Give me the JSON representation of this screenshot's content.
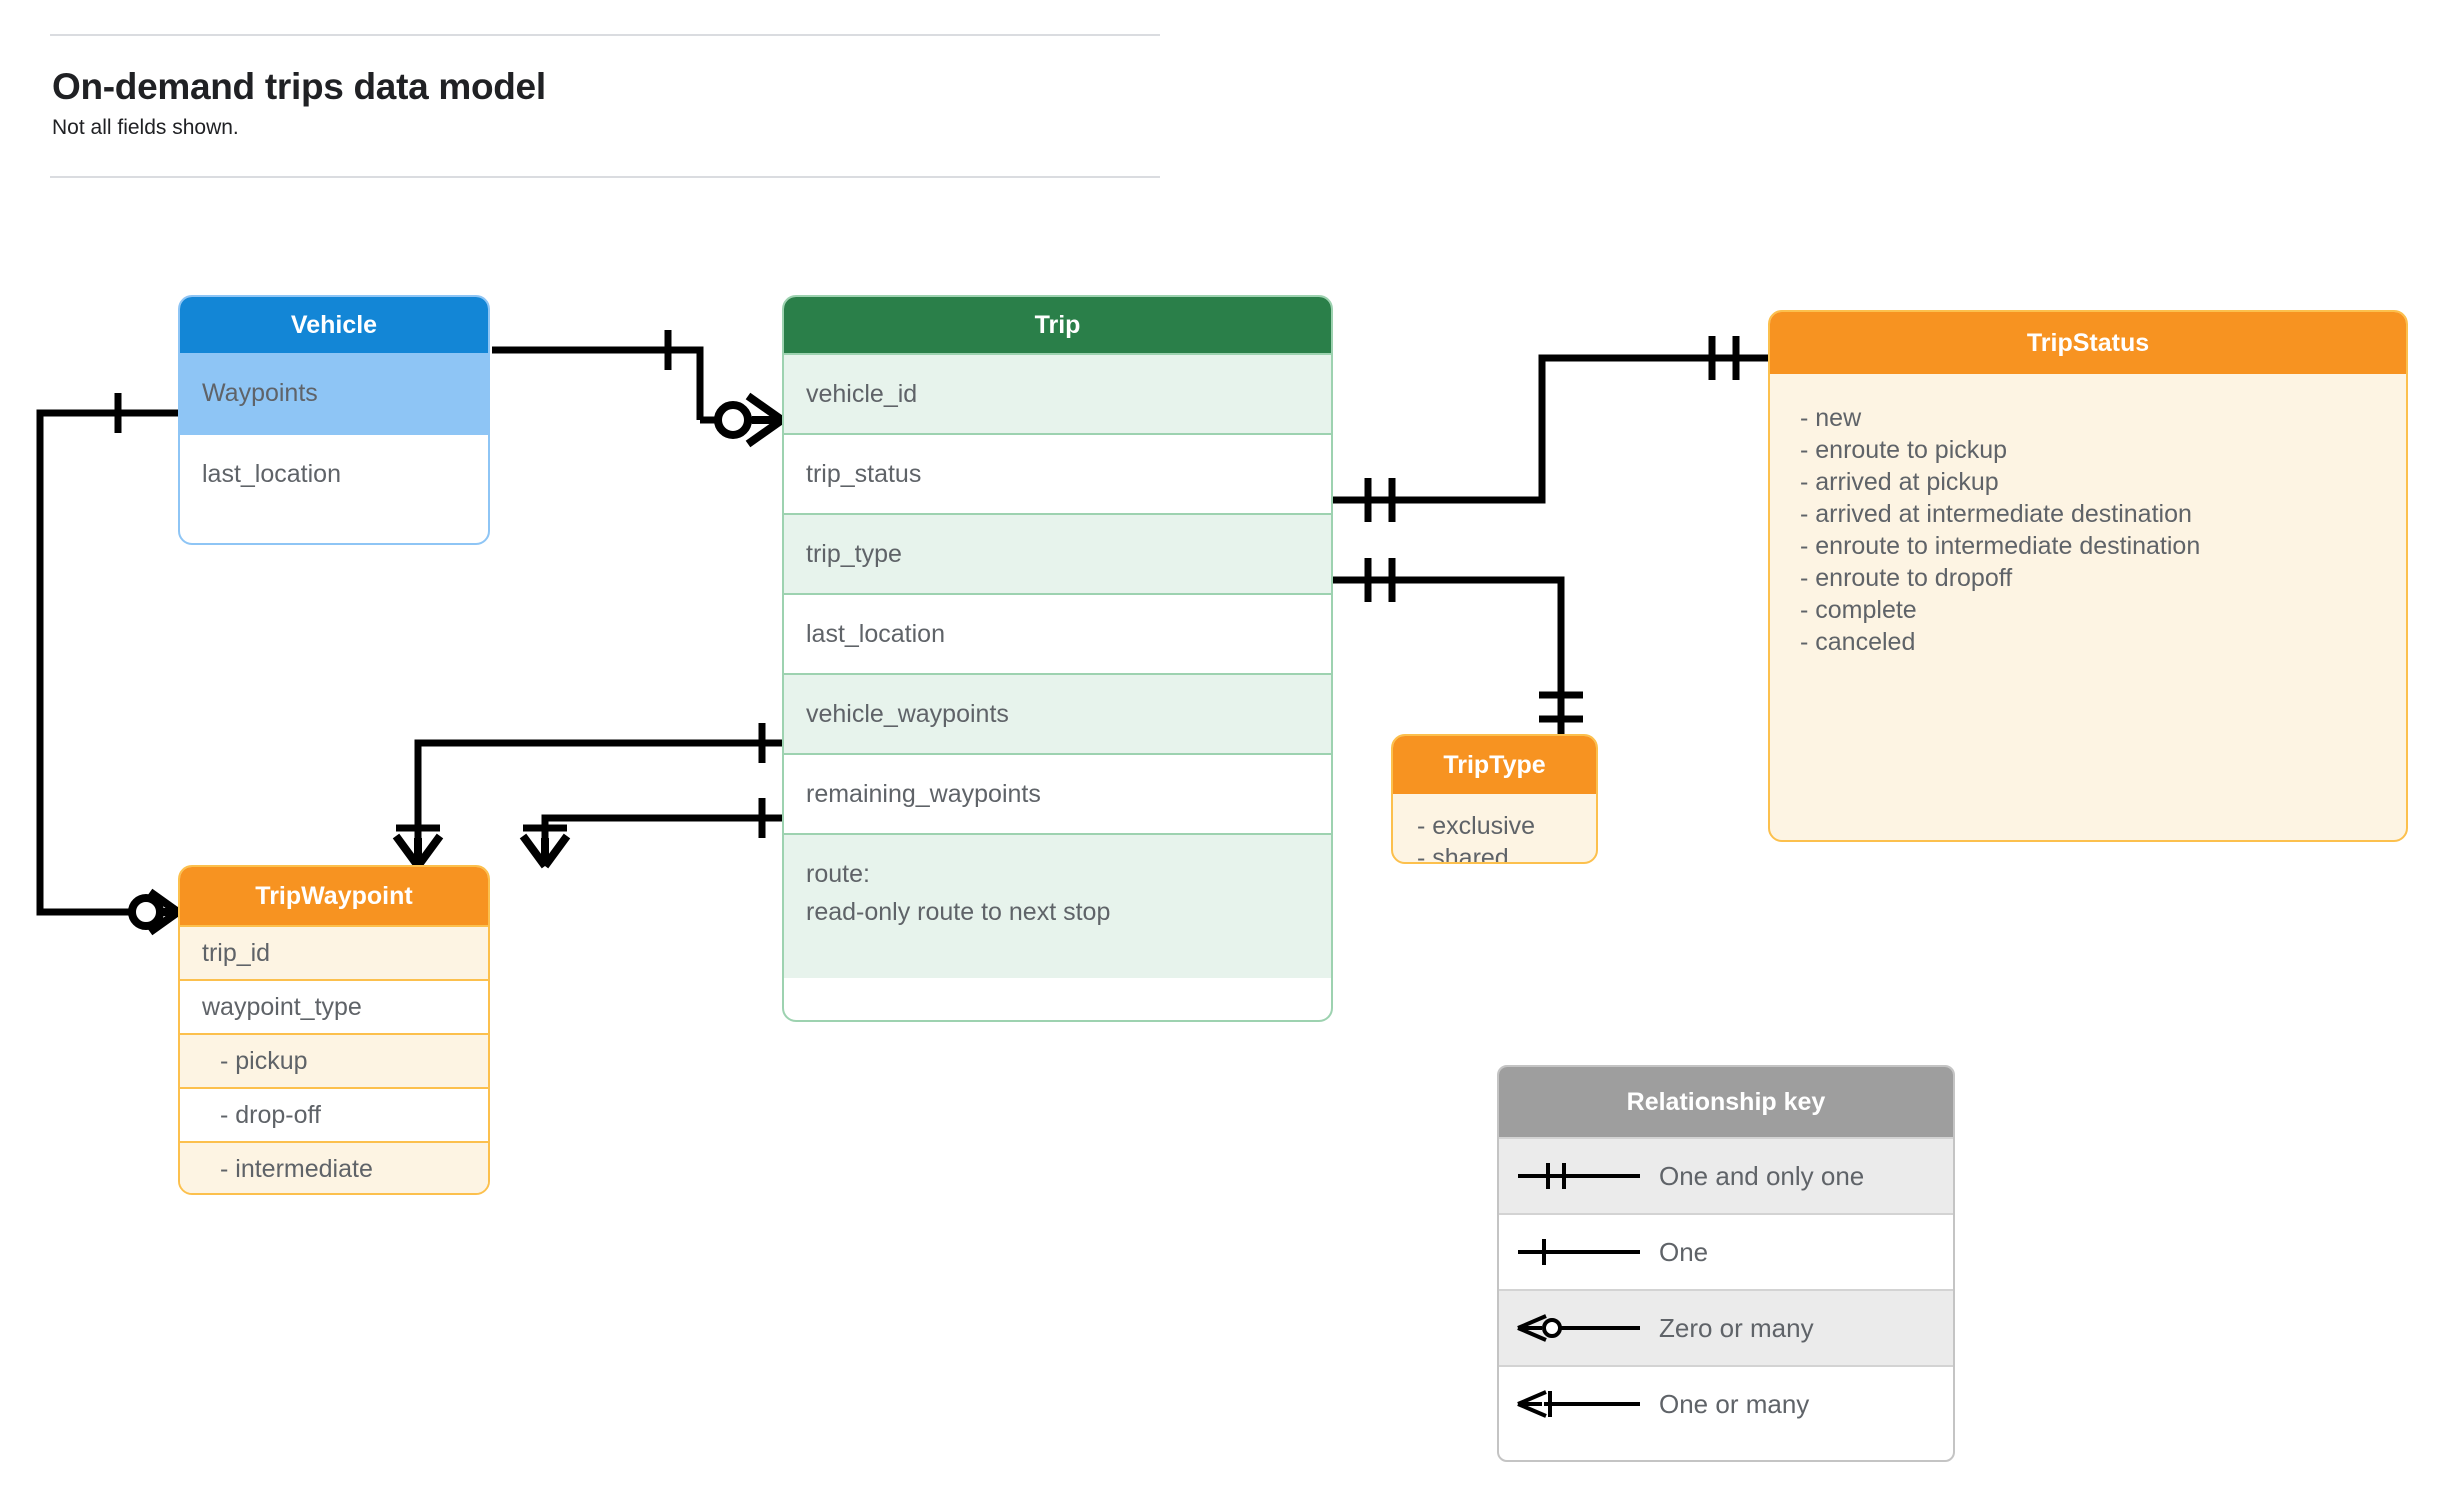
{
  "header": {
    "title": "On-demand trips data model",
    "subtitle": "Not all fields shown."
  },
  "colors": {
    "vehicle_header": "#1386d6",
    "vehicle_highlight": "#8ec5f5",
    "trip_header": "#2a7f49",
    "trip_row_tint": "#e7f3ec",
    "orange_header": "#f79321",
    "orange_tint": "#fdf4e3",
    "orange_border": "#fcc04d",
    "legend_header": "#9e9e9e",
    "text_gray": "#5f6368"
  },
  "entities": {
    "vehicle": {
      "title": "Vehicle",
      "fields": [
        {
          "label": "Waypoints"
        },
        {
          "label": "last_location"
        }
      ]
    },
    "trip": {
      "title": "Trip",
      "fields": [
        {
          "label": "vehicle_id"
        },
        {
          "label": "trip_status"
        },
        {
          "label": "trip_type"
        },
        {
          "label": "last_location"
        },
        {
          "label": "vehicle_waypoints"
        },
        {
          "label": "remaining_waypoints"
        }
      ],
      "route_line1": "route:",
      "route_line2": "read-only route to next stop"
    },
    "trip_status": {
      "title": "TripStatus",
      "values": [
        "- new",
        "- enroute to pickup",
        "- arrived at pickup",
        "- arrived at intermediate destination",
        "- enroute to intermediate destination",
        "- enroute to dropoff",
        "- complete",
        "- canceled"
      ]
    },
    "trip_type": {
      "title": "TripType",
      "values": [
        "- exclusive",
        "- shared"
      ]
    },
    "trip_waypoint": {
      "title": "TripWaypoint",
      "fields": [
        {
          "label": "trip_id"
        },
        {
          "label": "waypoint_type"
        },
        {
          "label": "-  pickup"
        },
        {
          "label": "-  drop-off"
        },
        {
          "label": "-  intermediate"
        }
      ]
    }
  },
  "legend": {
    "title": "Relationship key",
    "rows": [
      {
        "glyph": "one-and-only-one-icon",
        "label": "One and only one"
      },
      {
        "glyph": "one-icon",
        "label": "One"
      },
      {
        "glyph": "zero-or-many-icon",
        "label": "Zero or many"
      },
      {
        "glyph": "one-or-many-icon",
        "label": "One or many"
      }
    ]
  },
  "relationships": [
    {
      "from": "Vehicle",
      "to": "Trip.vehicle_id",
      "from_card": "one",
      "to_card": "zero-or-many"
    },
    {
      "from": "Vehicle.Waypoints",
      "to": "TripWaypoint",
      "from_card": "one",
      "to_card": "zero-or-many"
    },
    {
      "from": "Trip.trip_status",
      "to": "TripStatus",
      "from_card": "one-and-only-one",
      "to_card": "one-and-only-one"
    },
    {
      "from": "Trip.trip_type",
      "to": "TripType",
      "from_card": "one-and-only-one",
      "to_card": "one-and-only-one"
    },
    {
      "from": "Trip.vehicle_waypoints",
      "to": "TripWaypoint",
      "from_card": "one",
      "to_card": "one-or-many"
    },
    {
      "from": "Trip.remaining_waypoints",
      "to": "TripWaypoint",
      "from_card": "one",
      "to_card": "one-or-many"
    }
  ]
}
